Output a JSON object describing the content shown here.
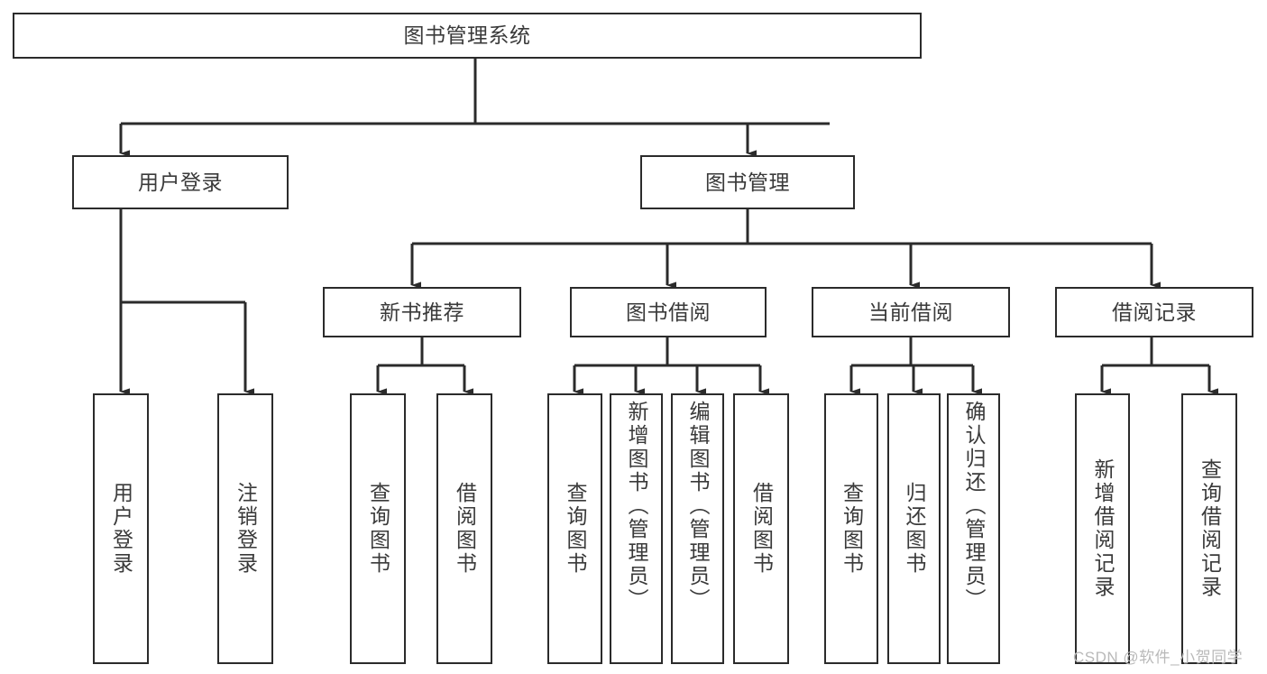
{
  "diagram": {
    "type": "tree-hierarchy",
    "title": "图书管理系统",
    "root": {
      "id": "root",
      "label": "图书管理系统"
    },
    "level1": [
      {
        "id": "user-login",
        "label": "用户登录"
      },
      {
        "id": "book-management",
        "label": "图书管理"
      }
    ],
    "level2": [
      {
        "id": "new-book-recommend",
        "label": "新书推荐",
        "parent": "book-management"
      },
      {
        "id": "book-borrow",
        "label": "图书借阅",
        "parent": "book-management"
      },
      {
        "id": "current-borrow",
        "label": "当前借阅",
        "parent": "book-management"
      },
      {
        "id": "borrow-record",
        "label": "借阅记录",
        "parent": "book-management"
      }
    ],
    "leaves": [
      {
        "id": "leaf-user-login",
        "label": "用户登录",
        "parent": "user-login"
      },
      {
        "id": "leaf-logout-login",
        "label": "注销登录",
        "parent": "user-login"
      },
      {
        "id": "leaf-query-book-1",
        "label": "查询图书",
        "parent": "new-book-recommend"
      },
      {
        "id": "leaf-borrow-book-1",
        "label": "借阅图书",
        "parent": "new-book-recommend"
      },
      {
        "id": "leaf-query-book-2",
        "label": "查询图书",
        "parent": "book-borrow"
      },
      {
        "id": "leaf-add-book",
        "label": "新增图书（管理员）",
        "parent": "book-borrow"
      },
      {
        "id": "leaf-edit-book",
        "label": "编辑图书（管理员）",
        "parent": "book-borrow"
      },
      {
        "id": "leaf-borrow-book-2",
        "label": "借阅图书",
        "parent": "book-borrow"
      },
      {
        "id": "leaf-query-book-3",
        "label": "查询图书",
        "parent": "current-borrow"
      },
      {
        "id": "leaf-return-book",
        "label": "归还图书",
        "parent": "current-borrow"
      },
      {
        "id": "leaf-confirm-return",
        "label": "确认归还（管理员）",
        "parent": "current-borrow"
      },
      {
        "id": "leaf-add-record",
        "label": "新增借阅记录",
        "parent": "borrow-record"
      },
      {
        "id": "leaf-query-record",
        "label": "查询借阅记录",
        "parent": "borrow-record"
      }
    ],
    "watermark": "CSDN @软件_小贺同学",
    "colors": {
      "border": "#2b2b2b",
      "fill": "#ffffff",
      "text": "#3a3a3a",
      "connector": "#2b2b2b",
      "watermark": "#b9b9b9"
    }
  }
}
